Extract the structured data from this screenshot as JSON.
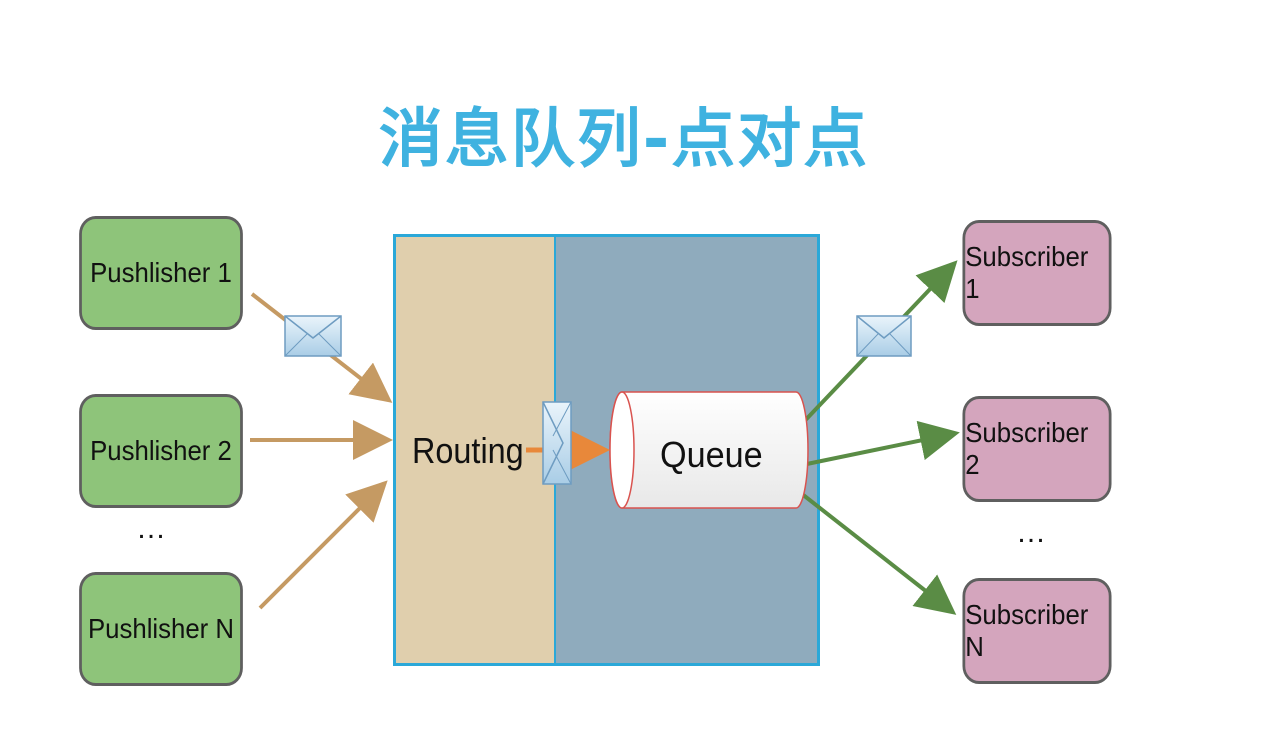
{
  "title": "消息队列-点对点",
  "publishers": [
    {
      "label": "Pushlisher 1"
    },
    {
      "label": "Pushlisher 2"
    },
    {
      "label": "Pushlisher N"
    }
  ],
  "subscribers": [
    {
      "label": "Subscriber 1"
    },
    {
      "label": "Subscriber 2"
    },
    {
      "label": "Subscriber N"
    }
  ],
  "ellipsis": "…",
  "routing_label": "Routing",
  "queue_label": "Queue",
  "colors": {
    "title": "#3fb2e0",
    "publisher_fill": "#8ec47a",
    "subscriber_fill": "#d4a5bd",
    "routing_fill": "#e0cfad",
    "broker_fill": "#8fabbd",
    "publisher_arrow": "#c59a63",
    "subscriber_arrow": "#5a8c45",
    "internal_arrow": "#e8883a"
  }
}
